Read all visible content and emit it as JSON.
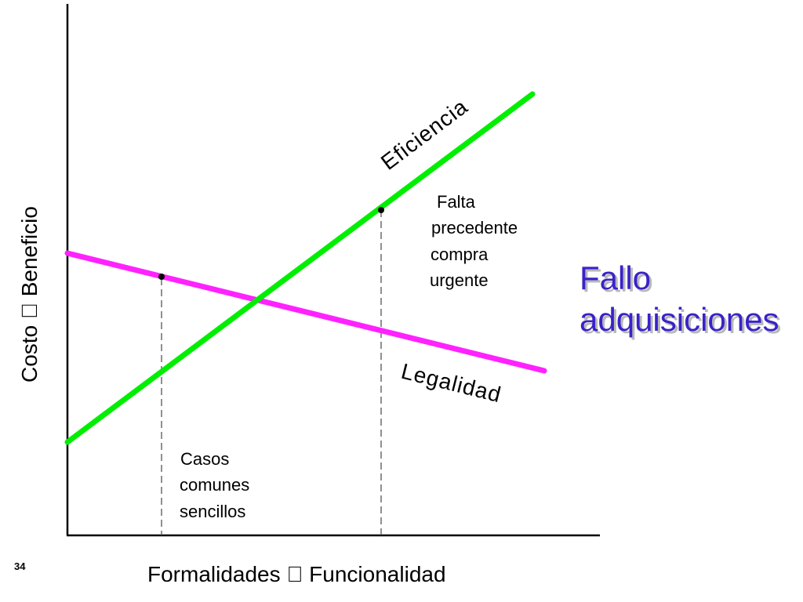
{
  "slide_number": "34",
  "x_axis_title": "Formalidades       Funcionalidad",
  "y_axis_title": "Costo       Beneficio",
  "curves": {
    "efficiency": {
      "label": "Eficiencia",
      "color": "#00ee00"
    },
    "legality": {
      "label": "Legalidad",
      "color": "#ff22ff"
    }
  },
  "annotations": {
    "common_cases": [
      "Casos",
      "comunes",
      "sencillos"
    ],
    "no_precedent": [
      "Falta",
      "precedente",
      "compra",
      "urgente"
    ]
  },
  "headline": {
    "lines": [
      "Fallo",
      "adquisiciones"
    ],
    "color": "#3a22c8"
  },
  "colors": {
    "axis": "#000000",
    "guide": "#555555",
    "headline_shadow": "#b8b8b8"
  }
}
